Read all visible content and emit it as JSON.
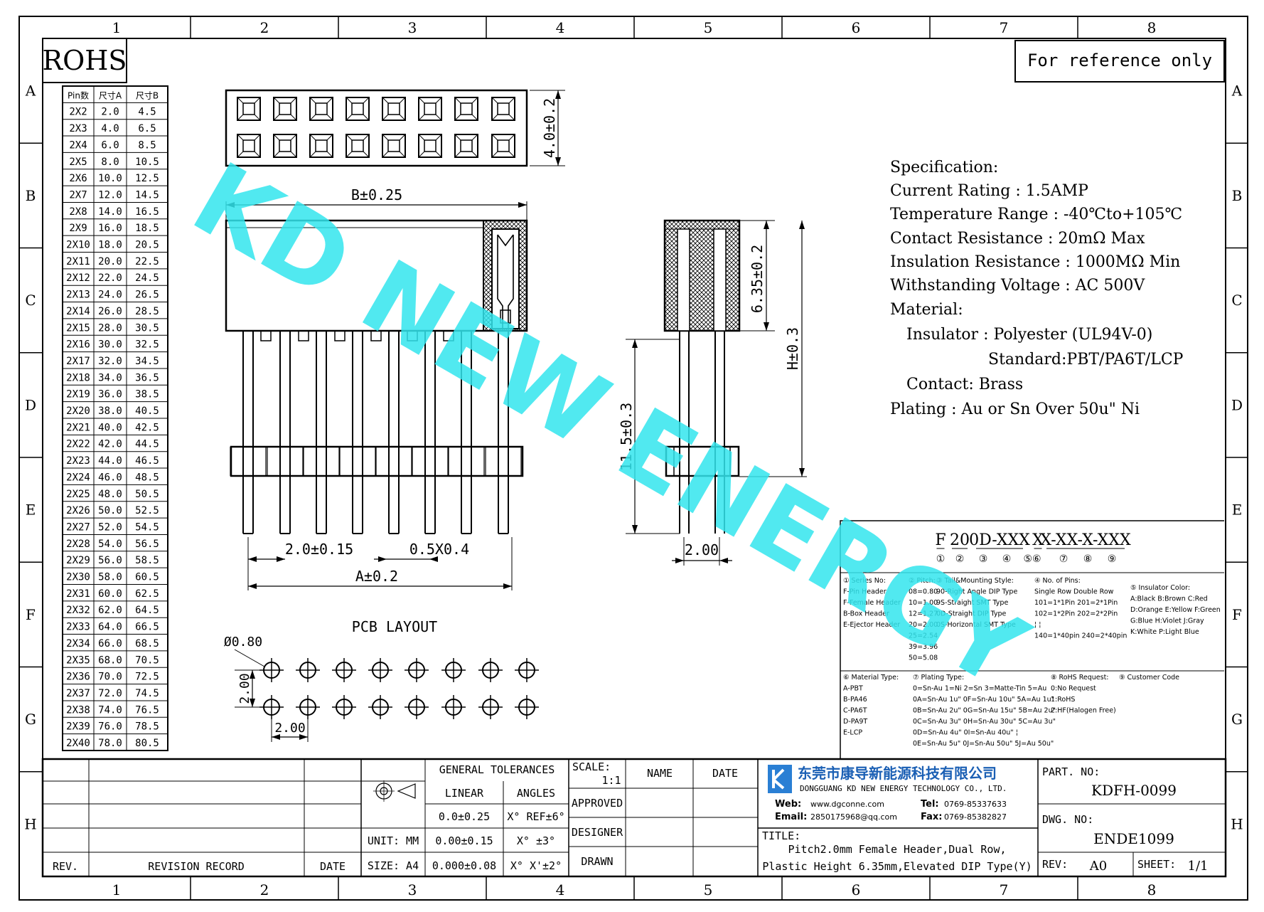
{
  "frame": {
    "col_labels": [
      "1",
      "2",
      "3",
      "4",
      "5",
      "6",
      "7",
      "8"
    ],
    "row_labels": [
      "A",
      "B",
      "C",
      "D",
      "E",
      "F",
      "G",
      "H"
    ]
  },
  "rohs": "ROHS",
  "reference_note": "For reference only",
  "watermark": "KD NEW ENERGY",
  "dimension_table": {
    "headers": [
      "Pin数",
      "尺寸A",
      "尺寸B"
    ],
    "rows": [
      [
        "2X2",
        "2.0",
        "4.5"
      ],
      [
        "2X3",
        "4.0",
        "6.5"
      ],
      [
        "2X4",
        "6.0",
        "8.5"
      ],
      [
        "2X5",
        "8.0",
        "10.5"
      ],
      [
        "2X6",
        "10.0",
        "12.5"
      ],
      [
        "2X7",
        "12.0",
        "14.5"
      ],
      [
        "2X8",
        "14.0",
        "16.5"
      ],
      [
        "2X9",
        "16.0",
        "18.5"
      ],
      [
        "2X10",
        "18.0",
        "20.5"
      ],
      [
        "2X11",
        "20.0",
        "22.5"
      ],
      [
        "2X12",
        "22.0",
        "24.5"
      ],
      [
        "2X13",
        "24.0",
        "26.5"
      ],
      [
        "2X14",
        "26.0",
        "28.5"
      ],
      [
        "2X15",
        "28.0",
        "30.5"
      ],
      [
        "2X16",
        "30.0",
        "32.5"
      ],
      [
        "2X17",
        "32.0",
        "34.5"
      ],
      [
        "2X18",
        "34.0",
        "36.5"
      ],
      [
        "2X19",
        "36.0",
        "38.5"
      ],
      [
        "2X20",
        "38.0",
        "40.5"
      ],
      [
        "2X21",
        "40.0",
        "42.5"
      ],
      [
        "2X22",
        "42.0",
        "44.5"
      ],
      [
        "2X23",
        "44.0",
        "46.5"
      ],
      [
        "2X24",
        "46.0",
        "48.5"
      ],
      [
        "2X25",
        "48.0",
        "50.5"
      ],
      [
        "2X26",
        "50.0",
        "52.5"
      ],
      [
        "2X27",
        "52.0",
        "54.5"
      ],
      [
        "2X28",
        "54.0",
        "56.5"
      ],
      [
        "2X29",
        "56.0",
        "58.5"
      ],
      [
        "2X30",
        "58.0",
        "60.5"
      ],
      [
        "2X31",
        "60.0",
        "62.5"
      ],
      [
        "2X32",
        "62.0",
        "64.5"
      ],
      [
        "2X33",
        "64.0",
        "66.5"
      ],
      [
        "2X34",
        "66.0",
        "68.5"
      ],
      [
        "2X35",
        "68.0",
        "70.5"
      ],
      [
        "2X36",
        "70.0",
        "72.5"
      ],
      [
        "2X37",
        "72.0",
        "74.5"
      ],
      [
        "2X38",
        "74.0",
        "76.5"
      ],
      [
        "2X39",
        "76.0",
        "78.5"
      ],
      [
        "2X40",
        "78.0",
        "80.5"
      ]
    ]
  },
  "dims": {
    "top_height": "4.0±0.2",
    "b_width": "B±0.25",
    "pitch": "2.0±0.15",
    "pin_size": "0.5X0.4",
    "a_width": "A±0.2",
    "side_plastic": "6.35±0.2",
    "side_h": "H±0.3",
    "side_tail": "11.5±0.3",
    "side_pitch": "2.00"
  },
  "pcb": {
    "title": "PCB LAYOUT",
    "hole": "Ø0.80",
    "v_pitch": "2.00",
    "h_pitch": "2.00"
  },
  "spec": {
    "title": "Specification:",
    "lines": [
      "Current Rating : 1.5AMP",
      "Temperature Range : -40℃to+105℃",
      "Contact Resistance : 20mΩ Max",
      "Insulation Resistance : 1000MΩ Min",
      "Withstanding Voltage : AC 500V",
      "Material:",
      "Insulator : Polyester (UL94V-0)",
      "Standard:PBT/PA6T/LCP",
      "Contact: Brass",
      "Plating : Au or Sn Over 50u\" Ni"
    ]
  },
  "part_code": {
    "segments": [
      "F",
      "20",
      "0D-XXX",
      "X",
      "X-XX-X-XXX"
    ],
    "circles": [
      "①",
      "②",
      "③",
      "④",
      "⑤⑥",
      "⑦",
      "⑧",
      "⑨"
    ],
    "col1": [
      "① Series No:",
      "F-Pin Header",
      "F-Female Header",
      "B-Box Header",
      "E-Ejector Header"
    ],
    "col2": [
      "② Pitch:",
      "08=0.80",
      "10=1.00",
      "12=1.27",
      "20=2.00",
      "25=2.54",
      "39=3.96",
      "50=5.08"
    ],
    "col3": [
      "③ Tail&Mounting Style:",
      "90-Right Angle DIP Type",
      "9S-Straight SMT Type",
      "0D-Straight DIP Type",
      "0S-Horizontal SMT Type"
    ],
    "col4": [
      "④ No. of Pins:",
      "Single Row  Double Row",
      "101=1*1Pin  201=2*1Pin",
      "102=1*2Pin  202=2*2Pin",
      "¦  ¦",
      "140=1*40pin  240=2*40pin"
    ],
    "col5": [
      "⑤ Insulator Color:",
      "A:Black  B:Brown  C:Red",
      "D:Orange E:Yellow F:Green",
      "G:Blue   H:Violet J:Gray",
      "K:White  P:Light Blue"
    ],
    "col6": [
      "⑥ Material Type:",
      "A-PBT",
      "B-PA46",
      "C-PA6T",
      "D-PA9T",
      "E-LCP"
    ],
    "col7": [
      "⑦ Plating Type:",
      "0=Sn-Au 1=Ni 2=Sn 3=Matte-Tin 5=Au",
      "0A=Sn-Au 1u\" 0F=Sn-Au 10u\"  5A=Au 1u\"",
      "0B=Sn-Au 2u\" 0G=Sn-Au 15u\"  5B=Au 2u\"",
      "0C=Sn-Au 3u\" 0H=Sn-Au 30u\"  5C=Au 3u\"",
      "0D=Sn-Au 4u\" 0I=Sn-Au 40u\"    ¦",
      "0E=Sn-Au 5u\" 0J=Sn-Au 50u\"  5J=Au 50u\""
    ],
    "col8": [
      "⑧ RoHS Request:",
      "0:No Request",
      "1:RoHS",
      "2:HF(Halogen Free)"
    ],
    "col9": [
      "⑨ Customer Code"
    ]
  },
  "title_block": {
    "rev": "REV.",
    "revision_record": "REVISION RECORD",
    "date": "DATE",
    "general_tolerances": "GENERAL TOLERANCES",
    "linear": "LINEAR",
    "angles": "ANGLES",
    "lin1": "0.0±0.25",
    "lin2": "0.00±0.15",
    "lin3": "0.000±0.08",
    "ang1": "X° REF±6°",
    "ang2": "X° ±3°",
    "ang3": "X° X'±2°",
    "unit": "UNIT: MM",
    "size": "SIZE: A4",
    "scale": "SCALE:",
    "scale_val": "1:1",
    "name": "NAME",
    "date2": "DATE",
    "approved": "APPROVED",
    "designer": "DESIGNER",
    "drawn": "DRAWN",
    "company_cn": "东莞市康导新能源科技有限公司",
    "company_en": "DONGGUANG KD NEW ENERGY TECHNOLOGY CO., LTD.",
    "web_label": "Web:",
    "web": "www.dgconne.com",
    "tel_label": "Tel:",
    "tel": "0769-85337633",
    "email_label": "Email:",
    "email": "2850175968@qq.com",
    "fax_label": "Fax:",
    "fax": "0769-85382827",
    "title_label": "TITLE:",
    "title_line1": "Pitch2.0mm Female Header,Dual Row,",
    "title_line2": "Plastic Height 6.35mm,Elevated DIP Type(Y)",
    "part_no_label": "PART. NO:",
    "part_no": "KDFH-0099",
    "dwg_no_label": "DWG. NO:",
    "dwg_no": "ENDE1099",
    "rev_label": "REV:",
    "rev_val": "A0",
    "sheet_label": "SHEET:",
    "sheet_val": "1/1"
  }
}
